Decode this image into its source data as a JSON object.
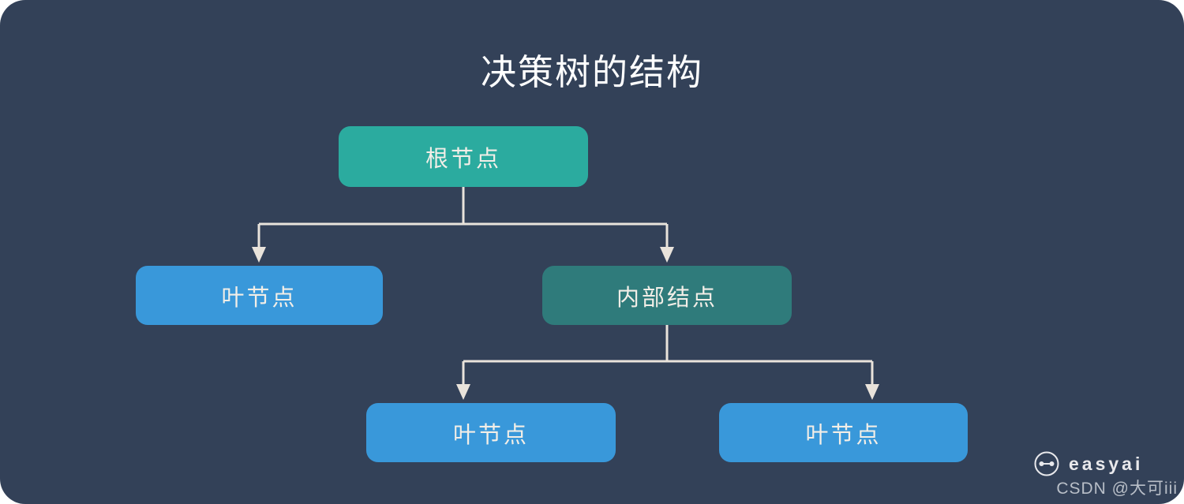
{
  "title": "决策树的结构",
  "diagram": {
    "type": "tree",
    "nodes": {
      "root": {
        "label": "根节点",
        "role": "root-node",
        "color": "#2BAB9F"
      },
      "left_leaf": {
        "label": "叶节点",
        "role": "leaf-node",
        "color": "#3998DA"
      },
      "internal": {
        "label": "内部结点",
        "role": "internal-node",
        "color": "#2F7B7B"
      },
      "bottom_left_leaf": {
        "label": "叶节点",
        "role": "leaf-node",
        "color": "#3998DA"
      },
      "bottom_right_leaf": {
        "label": "叶节点",
        "role": "leaf-node",
        "color": "#3998DA"
      }
    },
    "edges": [
      {
        "from": "root",
        "to": "left_leaf"
      },
      {
        "from": "root",
        "to": "internal"
      },
      {
        "from": "internal",
        "to": "bottom_left_leaf"
      },
      {
        "from": "internal",
        "to": "bottom_right_leaf"
      }
    ]
  },
  "colors": {
    "background": "#334158",
    "root_node": "#2BAB9F",
    "internal_node": "#2F7B7B",
    "leaf_node": "#3998DA",
    "connector": "#E9E3DB",
    "title_text": "#FFFFFF",
    "node_text": "#F2EEE7",
    "watermark_text": "#B9BFC8"
  },
  "watermark": {
    "brand": "easyai",
    "credit": "CSDN @大可iii"
  }
}
